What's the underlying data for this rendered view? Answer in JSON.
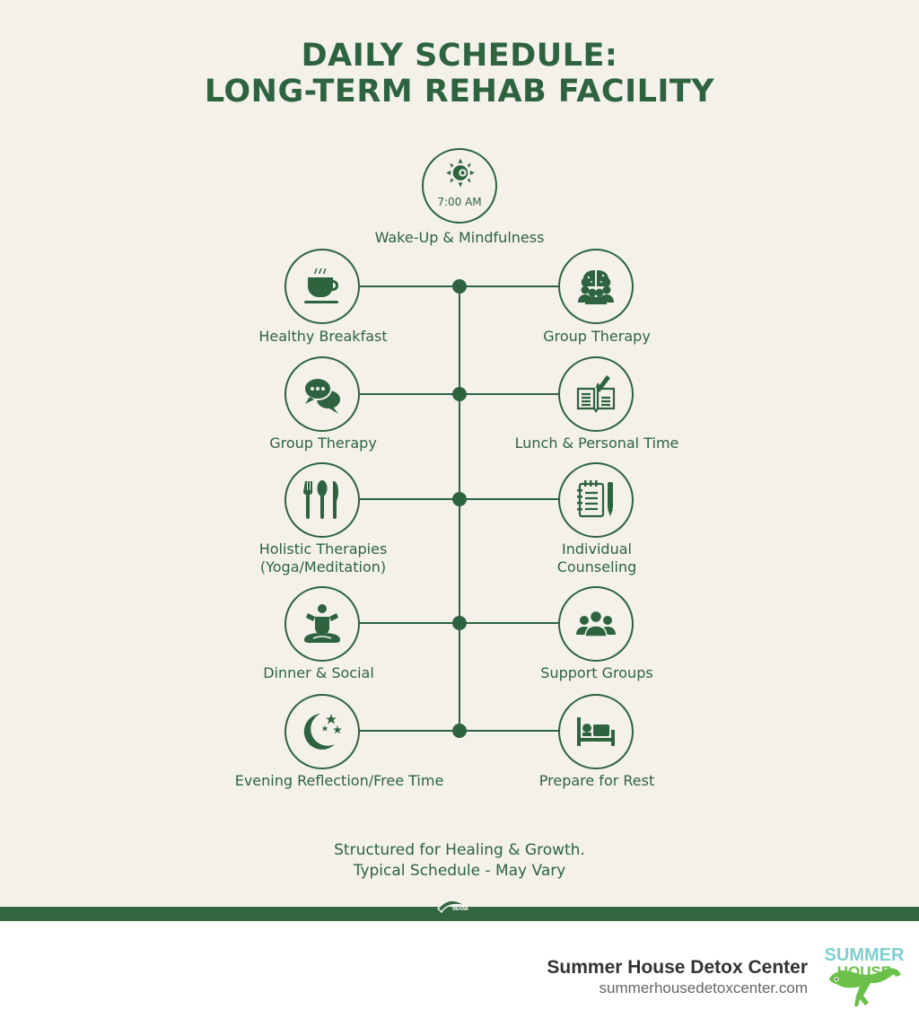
{
  "title": {
    "line1": "DAILY SCHEDULE:",
    "line2": "LONG-TERM REHAB FACILITY"
  },
  "colors": {
    "primary_green": "#2e6340",
    "background": "#f3f1ea",
    "band": "#33673f",
    "logo_teal": "#7fcfd0",
    "logo_green": "#6cc04a"
  },
  "start_node": {
    "time": "7:00 AM",
    "label": "Wake-Up & Mindfulness",
    "icon": "sun-icon"
  },
  "schedule": {
    "left": [
      {
        "label": "Healthy Breakfast",
        "icon": "coffee-cup-icon"
      },
      {
        "label": "Group Therapy",
        "icon": "chat-bubbles-icon"
      },
      {
        "label_line1": "Holistic Therapies",
        "label_line2": "(Yoga/Meditation)",
        "icon": "utensils-icon"
      },
      {
        "label": "Dinner & Social",
        "icon": "meditation-icon"
      },
      {
        "label": "Evening Reflection/Free Time",
        "icon": "moon-stars-icon"
      }
    ],
    "right": [
      {
        "label": "Group Therapy",
        "icon": "brain-group-icon"
      },
      {
        "label": "Lunch & Personal Time",
        "icon": "book-check-icon"
      },
      {
        "label_line1": "Individual",
        "label_line2": "Counseling",
        "icon": "notepad-pen-icon"
      },
      {
        "label": "Support Groups",
        "icon": "people-group-icon"
      },
      {
        "label": "Prepare for Rest",
        "icon": "bed-icon"
      }
    ]
  },
  "footnote": {
    "line1": "Structured for Healing & Growth.",
    "line2": "Typical Schedule - May Vary"
  },
  "band_logo_text": "MIAMI",
  "brand": {
    "name": "Summer House Detox Center",
    "url": "summerhousedetoxcenter.com",
    "logo_word1": "SUMMER",
    "logo_word2": "HOUSE"
  }
}
